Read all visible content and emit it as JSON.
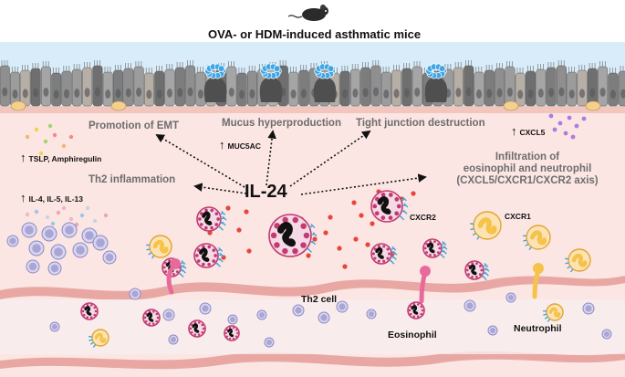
{
  "title": "OVA- or HDM-induced asthmatic mice",
  "center_label": "IL-24",
  "effects": {
    "emt": "Promotion of EMT",
    "mucus": "Mucus hyperproduction",
    "tight_junction": "Tight junction destruction",
    "th2": "Th2 inflammation",
    "infiltration_line1": "Infiltration of",
    "infiltration_line2": "eosinophil and neutrophil",
    "infiltration_line3": "(CXCL5/CXCR1/CXCR2 axis)"
  },
  "upregulated": {
    "tslp": "TSLP, Amphiregulin",
    "muc5ac": "MUC5AC",
    "cxcl5": "CXCL5",
    "interleukins": "IL-4, IL-5, IL-13"
  },
  "receptors": {
    "cxcr2": "CXCR2",
    "cxcr1": "CXCR1"
  },
  "cells": {
    "th2": "Th2 cell",
    "eosinophil": "Eosinophil",
    "neutrophil": "Neutrophil"
  },
  "colors": {
    "airway_lumen": "#d8ecf9",
    "epithelium": "#8a8a8a",
    "tissue": "#fbe6e3",
    "vessel_wall": "#e9a7a4",
    "eosinophil": "#c23a72",
    "neutrophil": "#f6c24a",
    "th2_cell": "#a9a5d4",
    "cytokine": "#e8453c"
  },
  "icons": [
    "mouse-icon",
    "up-arrow-icon",
    "dotted-arrow-icon"
  ]
}
